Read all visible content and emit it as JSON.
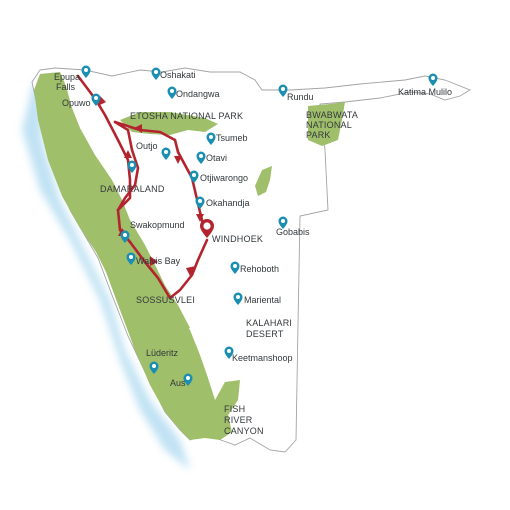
{
  "colors": {
    "land": "#ffffff",
    "border": "#9a9a9a",
    "park": "#9fbf6b",
    "coast": "#5db3df",
    "route": "#b3252e",
    "pin": "#1b8fb1"
  },
  "icons": {
    "location": "map-pin-icon",
    "destination": "destination-pin-icon"
  },
  "places": {
    "epupa_falls": "Epupa\nFalls",
    "oshakati": "Oshakati",
    "ondangwa": "Ondangwa",
    "rundu": "Rundu",
    "katima_mulilo": "Katima Mulilo",
    "opuwo": "Opuwo",
    "tsumeb": "Tsumeb",
    "outjo": "Outjo",
    "otavi": "Otavi",
    "otjiwarongo": "Otjiwarongo",
    "okahandja": "Okahandja",
    "swakopmund": "Swakopmund",
    "gobabis": "Gobabis",
    "windhoek": "WINDHOEK",
    "walvis_bay": "Walvis Bay",
    "rehoboth": "Rehoboth",
    "mariental": "Mariental",
    "keetmanshoop": "Keetmanshoop",
    "luderitz": "Lüderitz",
    "aus": "Aus"
  },
  "regions": {
    "etosha": "ETOSHA NATIONAL PARK",
    "bwabwata": "BWABWATA\nNATIONAL\nPARK",
    "damaraland": "DAMARALAND",
    "sossusvlei": "SOSSUSVLEI",
    "kalahari": "KALAHARI\nDESERT",
    "fish_river": "FISH\nRIVER\nCANYON"
  }
}
